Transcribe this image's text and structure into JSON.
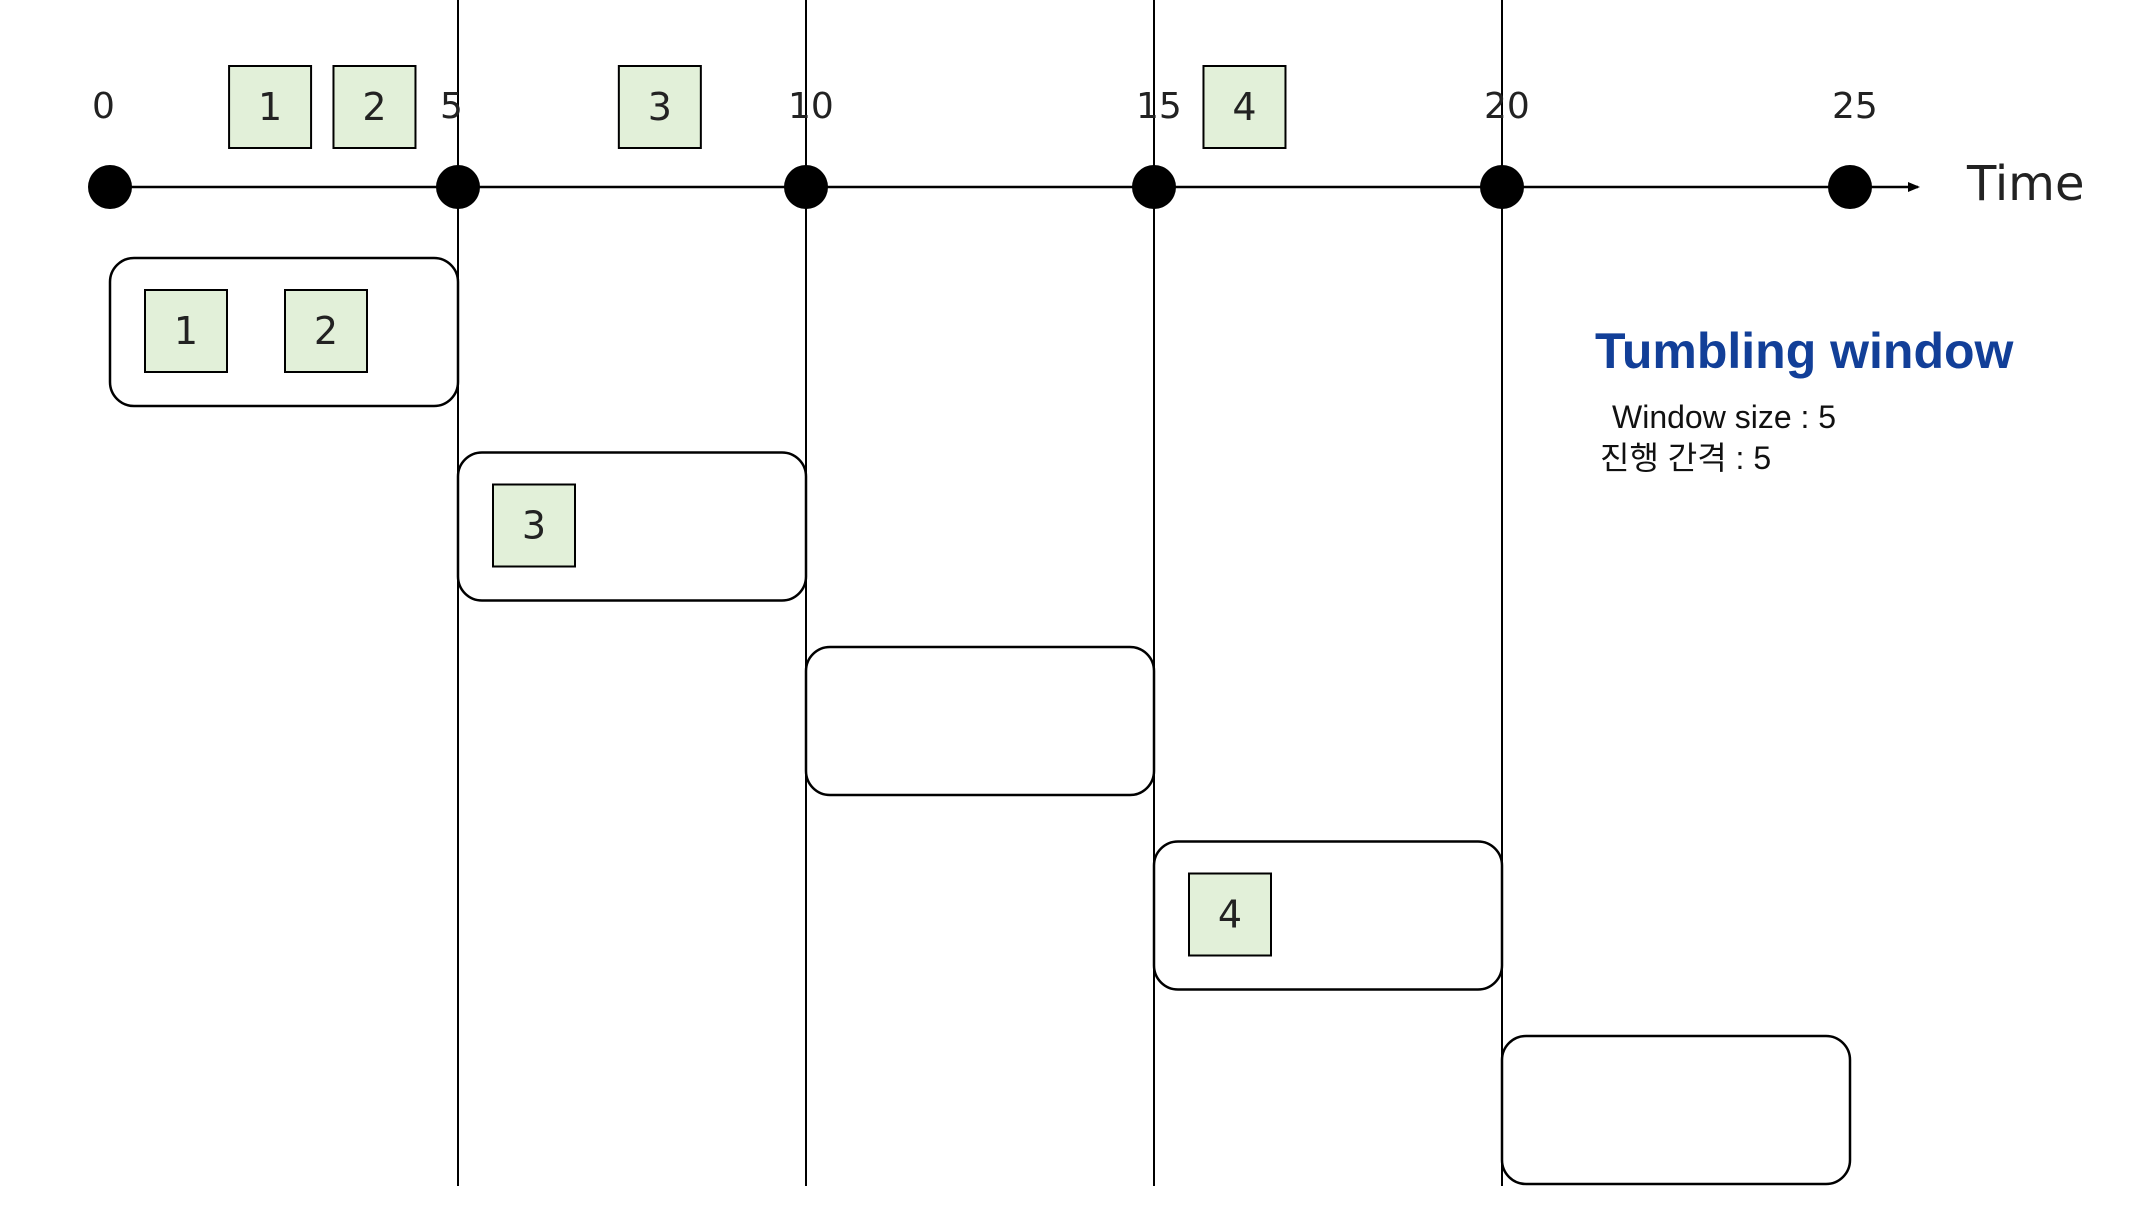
{
  "diagram": {
    "time_label": "Time",
    "ticks": [
      0,
      5,
      10,
      15,
      20,
      25
    ],
    "events": [
      {
        "label": "1",
        "time": 2.3
      },
      {
        "label": "2",
        "time": 3.8
      },
      {
        "label": "3",
        "time": 7.9
      },
      {
        "label": "4",
        "time": 16.3
      }
    ],
    "windows": [
      {
        "start": 0,
        "end": 5,
        "events": [
          "1",
          "2"
        ]
      },
      {
        "start": 5,
        "end": 10,
        "events": [
          "3"
        ]
      },
      {
        "start": 10,
        "end": 15,
        "events": []
      },
      {
        "start": 15,
        "end": 20,
        "events": [
          "4"
        ]
      },
      {
        "start": 20,
        "end": 25,
        "events": []
      }
    ],
    "title": "Tumbling window",
    "info_lines": [
      "Window size : 5",
      "진행 간격 : 5"
    ],
    "colors": {
      "event_fill": "#e2f0d9",
      "line": "#000000",
      "title": "#123f98"
    }
  }
}
